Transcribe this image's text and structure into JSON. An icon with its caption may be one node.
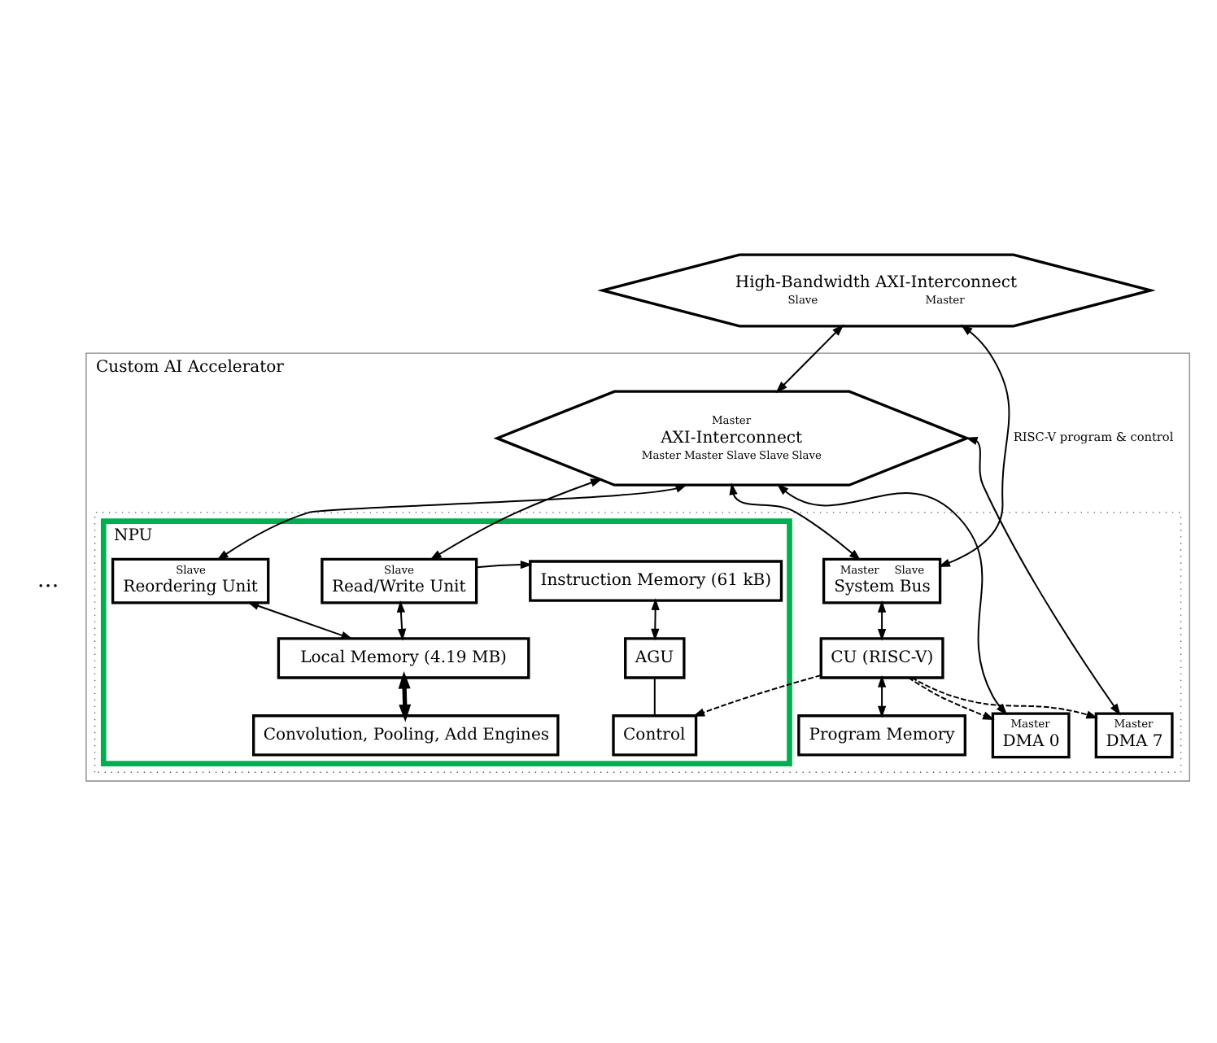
{
  "diagram": {
    "nodes": [
      {
        "text": [
          "High-Bandwidth AXI-Interconnect",
          "Slave",
          "Master"
        ]
      },
      {
        "text": [
          "Custom AI Accelerator"
        ]
      },
      {
        "text": [
          "Master",
          "AXI-Interconnect",
          "Master",
          "Master",
          "Slave",
          "Slave",
          "Slave"
        ],
        "in": 1
      },
      {
        "text": [],
        "shape": "box",
        "in": 1
      },
      {
        "text": [
          "NPU"
        ],
        "in": 3
      },
      {
        "text": [
          "Slave",
          "Reordering Unit"
        ],
        "in": 4
      },
      {
        "text": [
          "Slave",
          "Read/Write Unit"
        ],
        "in": 4
      },
      {
        "text": [
          "Instruction Memory (61 kB)"
        ],
        "in": 4
      },
      {
        "text": [
          "Local Memory (4.19 MB)"
        ],
        "in": 4
      },
      {
        "text": [
          "AGU"
        ],
        "in": 4
      },
      {
        "text": [
          "Convolution, Pooling, Add Engines"
        ],
        "in": 4
      },
      {
        "text": [
          "Control"
        ],
        "in": 4
      },
      {
        "text": [
          "Master",
          "Slave",
          "System Bus"
        ],
        "in": 3
      },
      {
        "text": [
          "CU (RISC-V)"
        ],
        "in": 3
      },
      {
        "text": [
          "Program Memory"
        ],
        "in": 3
      },
      {
        "text": [
          "Master",
          "DMA 0"
        ],
        "in": 3
      },
      {
        "text": [
          "Master",
          "DMA 7"
        ],
        "in": 3
      }
    ],
    "edges": [
      {
        "from": 0,
        "to": 2,
        "arrow": "both"
      },
      {
        "from": 0,
        "to": 12,
        "arrow": "both",
        "label": "RISC-V program & control"
      },
      {
        "from": 2,
        "to": 5,
        "arrow": "both"
      },
      {
        "from": 2,
        "to": 6,
        "arrow": "both"
      },
      {
        "from": 2,
        "to": 12,
        "arrow": "both"
      },
      {
        "from": 2,
        "to": 15,
        "arrow": "both"
      },
      {
        "from": 2,
        "to": 16,
        "arrow": "both"
      },
      {
        "from": 6,
        "to": 7,
        "arrow": "to"
      },
      {
        "from": 5,
        "to": 8,
        "arrow": "both"
      },
      {
        "from": 6,
        "to": 8,
        "arrow": "both"
      },
      {
        "from": 7,
        "to": 9,
        "arrow": "both"
      },
      {
        "from": 8,
        "to": 10,
        "arrow": "both",
        "style": "thick"
      },
      {
        "from": 9,
        "to": 11,
        "arrow": "none"
      },
      {
        "from": 12,
        "to": 13,
        "arrow": "both"
      },
      {
        "from": 13,
        "to": 14,
        "arrow": "both"
      },
      {
        "from": 13,
        "to": 15,
        "arrow": "to",
        "style": "dashed"
      },
      {
        "from": 13,
        "to": 16,
        "arrow": "to",
        "style": "dashed"
      },
      {
        "from": 13,
        "to": 11,
        "arrow": "to",
        "style": "dashed"
      }
    ],
    "labels": [
      "…"
    ]
  }
}
